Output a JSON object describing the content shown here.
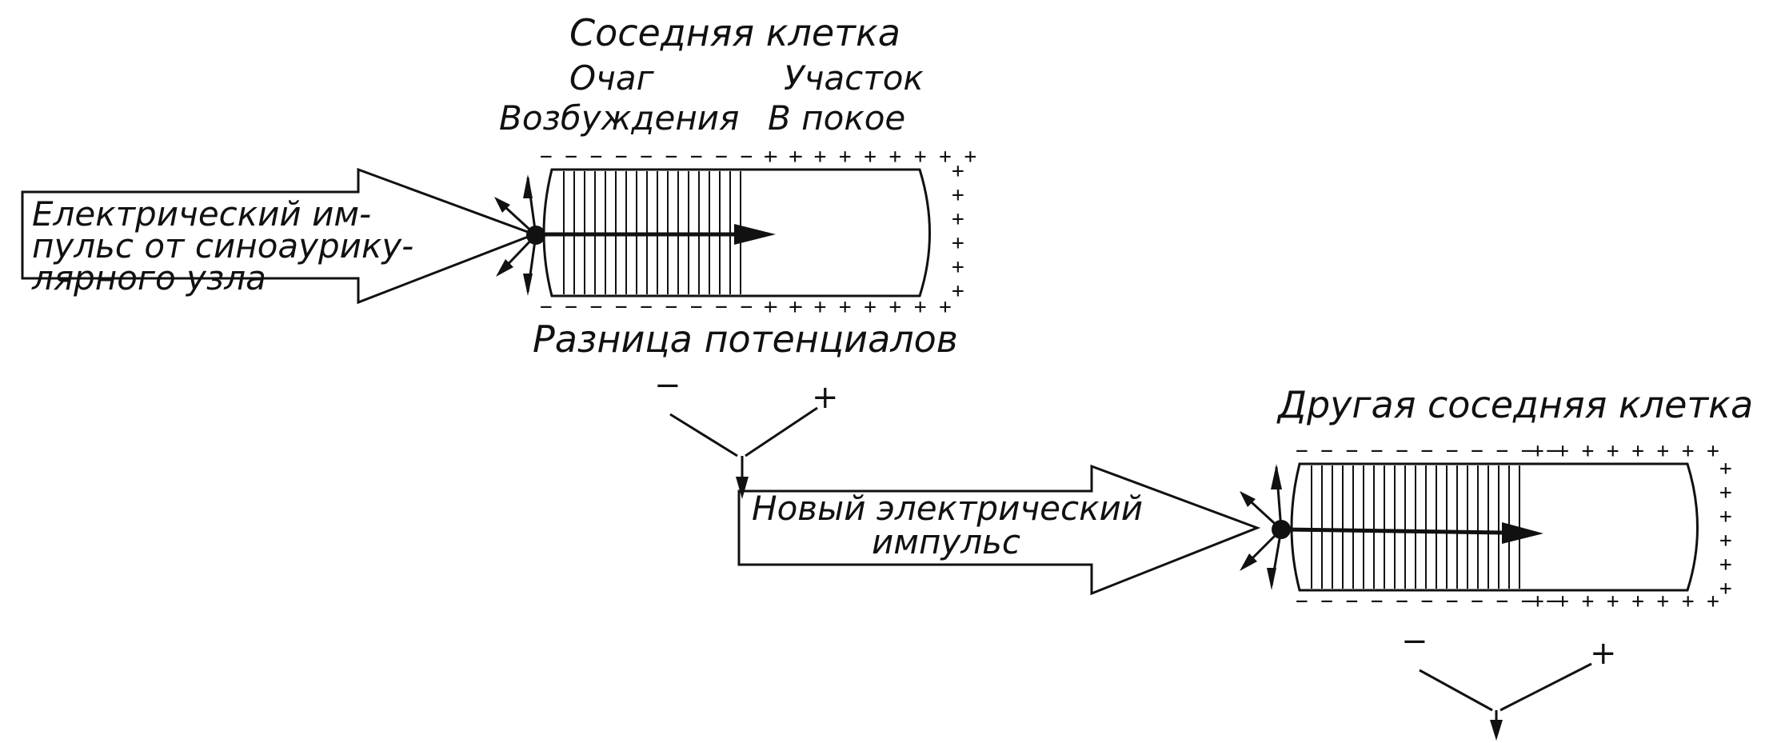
{
  "labels": {
    "neighbor_cell": "Соседняя клетка",
    "excitation_focus_1": "Очаг",
    "excitation_focus_2": "Возбуждения",
    "rest_area_1": "Участок",
    "rest_area_2": "В покое",
    "impulse_1": "Електрический им-",
    "impulse_2": "пульс от синоаурику-",
    "impulse_3": "лярного узла",
    "potential_difference": "Разница потенциалов",
    "other_neighbor_cell": "Другая соседняя клетка",
    "new_impulse_1": "Новый электрический",
    "new_impulse_2": "импульс"
  },
  "signs": {
    "minus": "−",
    "plus": "+",
    "minus_row_top_1": "− − − − − − − − − − −",
    "plus_row_top_1": "+ + + + + + + + +",
    "minus_row_bottom_1": "− − − − − − − − − − −",
    "plus_row_bottom_1": "+ + + + + + + +",
    "minus_row_top_2": "− − − − − − − − − − −",
    "plus_row_top_2": "+ + + + + + + +",
    "minus_row_bottom_2": "− − − − − − − − − − −",
    "plus_row_bottom_2": "+ + + + + + + +"
  }
}
